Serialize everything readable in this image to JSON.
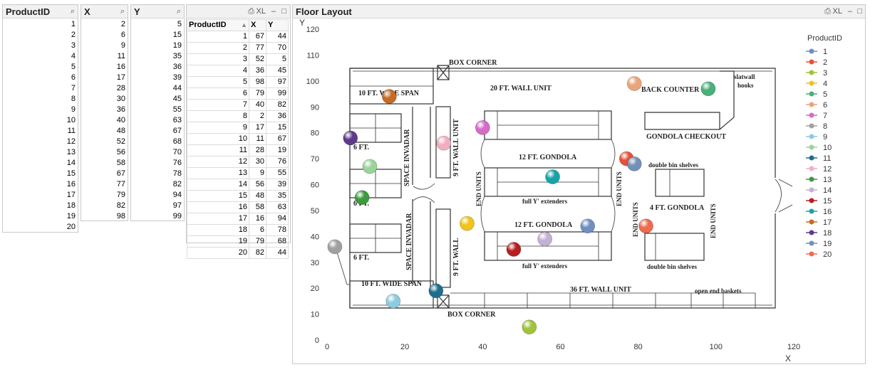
{
  "listboxes": [
    {
      "title": "ProductID",
      "values": [
        "1",
        "2",
        "3",
        "4",
        "5",
        "6",
        "7",
        "8",
        "9",
        "10",
        "11",
        "12",
        "13",
        "14",
        "15",
        "16",
        "17",
        "18",
        "19",
        "20"
      ]
    },
    {
      "title": "X",
      "values": [
        "2",
        "6",
        "9",
        "11",
        "16",
        "17",
        "28",
        "30",
        "36",
        "40",
        "48",
        "52",
        "56",
        "58",
        "67",
        "77",
        "79",
        "82",
        "98"
      ]
    },
    {
      "title": "Y",
      "values": [
        "5",
        "15",
        "19",
        "35",
        "36",
        "39",
        "44",
        "45",
        "55",
        "63",
        "67",
        "68",
        "70",
        "76",
        "78",
        "82",
        "94",
        "97",
        "99"
      ]
    }
  ],
  "table": {
    "headers": [
      "ProductID",
      "X",
      "Y"
    ],
    "rows": [
      [
        "1",
        "67",
        "44"
      ],
      [
        "2",
        "77",
        "70"
      ],
      [
        "3",
        "52",
        "5"
      ],
      [
        "4",
        "36",
        "45"
      ],
      [
        "5",
        "98",
        "97"
      ],
      [
        "6",
        "79",
        "99"
      ],
      [
        "7",
        "40",
        "82"
      ],
      [
        "8",
        "2",
        "36"
      ],
      [
        "9",
        "17",
        "15"
      ],
      [
        "10",
        "11",
        "67"
      ],
      [
        "11",
        "28",
        "19"
      ],
      [
        "12",
        "30",
        "76"
      ],
      [
        "13",
        "9",
        "55"
      ],
      [
        "14",
        "56",
        "39"
      ],
      [
        "15",
        "48",
        "35"
      ],
      [
        "16",
        "58",
        "63"
      ],
      [
        "17",
        "16",
        "94"
      ],
      [
        "18",
        "6",
        "78"
      ],
      [
        "19",
        "79",
        "68"
      ],
      [
        "20",
        "82",
        "44"
      ]
    ]
  },
  "icons": {
    "search": "search-icon",
    "print": "print-icon",
    "excel": "excel-icon",
    "minimize": "minimize-icon",
    "maximize": "maximize-icon",
    "sort": "sort-ascending-icon"
  },
  "toolbar": {
    "xl_label": "XL"
  },
  "chart": {
    "title": "Floor Layout",
    "legend_title": "ProductID",
    "ylabel": "Y",
    "xlabel": "X"
  },
  "plan_labels": {
    "box_corner_top": "BOX CORNER",
    "box_corner_bottom": "BOX CORNER",
    "wall_20": "20 FT. WALL UNIT",
    "back_counter": "BACK COUNTER",
    "slatwall": "slatwall",
    "hooks": "hooks",
    "span_top": "10 FT. WIDE SPAN",
    "span_bottom": "10 FT. WIDE SPAN",
    "gondola_checkout": "GONDOLA CHECKOUT",
    "six_ft_1": "6 FT.",
    "six_ft_2": "6 FT.",
    "six_ft_3": "6 FT.",
    "space_invadar_1": "SPACE INVADAR",
    "space_invadar_2": "SPACE INVADAR",
    "wall_unit_9": "9 FT. WALL UNIT",
    "wall_9": "9 FT. WALL",
    "gondola_12_top": "12 FT. GONDOLA",
    "gondola_12_bottom": "12 FT. GONDOLA",
    "extenders_top": "full Y' extenders",
    "extenders_bottom": "full Y' extenders",
    "end_units_1": "END UNITS",
    "end_units_2": "END UNITS",
    "end_units_3": "END UNITS",
    "end_units_4": "END UNITS",
    "bin_top": "double bin shelves",
    "bin_bottom": "double bin shelves",
    "gondola_4": "4 FT. GONDOLA",
    "wall_36": "36 FT. WALL UNIT",
    "baskets": "open end baskets"
  },
  "chart_data": {
    "type": "scatter",
    "title": "Floor Layout",
    "xlabel": "X",
    "ylabel": "Y",
    "xlim": [
      0,
      120
    ],
    "ylim": [
      0,
      120
    ],
    "xticks": [
      0,
      20,
      40,
      60,
      80,
      100,
      120
    ],
    "yticks": [
      0,
      10,
      20,
      30,
      40,
      50,
      60,
      70,
      80,
      90,
      100,
      110,
      120
    ],
    "grid": false,
    "legend_title": "ProductID",
    "legend_position": "right",
    "series": [
      {
        "name": "1",
        "x": 67,
        "y": 44,
        "color": "#6f8fc0"
      },
      {
        "name": "2",
        "x": 77,
        "y": 70,
        "color": "#e8503a"
      },
      {
        "name": "3",
        "x": 52,
        "y": 5,
        "color": "#9fc43a"
      },
      {
        "name": "4",
        "x": 36,
        "y": 45,
        "color": "#f0c419"
      },
      {
        "name": "5",
        "x": 98,
        "y": 97,
        "color": "#4ab07a"
      },
      {
        "name": "6",
        "x": 79,
        "y": 99,
        "color": "#e9a57a"
      },
      {
        "name": "7",
        "x": 40,
        "y": 82,
        "color": "#d66bc8"
      },
      {
        "name": "8",
        "x": 2,
        "y": 36,
        "color": "#a0a0a0"
      },
      {
        "name": "9",
        "x": 17,
        "y": 15,
        "color": "#8ccbe0"
      },
      {
        "name": "10",
        "x": 11,
        "y": 67,
        "color": "#9ad49a"
      },
      {
        "name": "11",
        "x": 28,
        "y": 19,
        "color": "#1d6e8c"
      },
      {
        "name": "12",
        "x": 30,
        "y": 76,
        "color": "#f2aec0"
      },
      {
        "name": "13",
        "x": 9,
        "y": 55,
        "color": "#3d9a3d"
      },
      {
        "name": "14",
        "x": 56,
        "y": 39,
        "color": "#c5b0d5"
      },
      {
        "name": "15",
        "x": 48,
        "y": 35,
        "color": "#b81d22"
      },
      {
        "name": "16",
        "x": 58,
        "y": 63,
        "color": "#18a3a8"
      },
      {
        "name": "17",
        "x": 16,
        "y": 94,
        "color": "#c66a24"
      },
      {
        "name": "18",
        "x": 6,
        "y": 78,
        "color": "#5e3a8c"
      },
      {
        "name": "19",
        "x": 79,
        "y": 68,
        "color": "#7191b8"
      },
      {
        "name": "20",
        "x": 82,
        "y": 44,
        "color": "#ef6a4e"
      }
    ]
  }
}
